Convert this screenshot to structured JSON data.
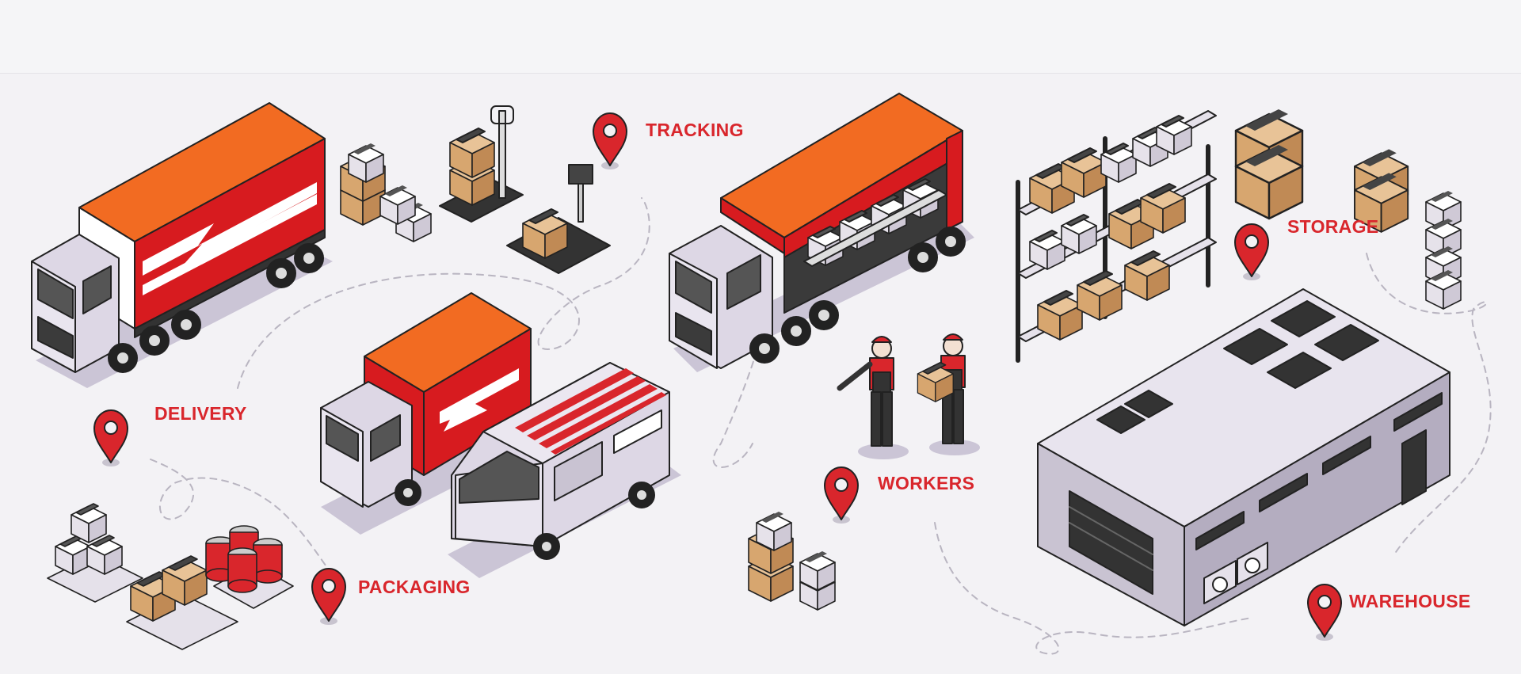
{
  "labels": {
    "tracking": "TRACKING",
    "storage": "STORAGE",
    "delivery": "DELIVERY",
    "workers": "WORKERS",
    "packaging": "PACKAGING",
    "warehouse": "WAREHOUSE"
  },
  "colors": {
    "background": "#f3f2f5",
    "accent_red": "#d9262c",
    "truck_orange": "#f26b22",
    "truck_red": "#d71b1f",
    "cab_gray": "#dcd6e3",
    "box_brown": "#d7a66f",
    "outline": "#222222"
  },
  "icons": [
    "map-pin-icon",
    "truck-icon",
    "van-icon",
    "box-icon",
    "shelf-icon",
    "warehouse-icon",
    "scale-icon",
    "worker-icon"
  ]
}
